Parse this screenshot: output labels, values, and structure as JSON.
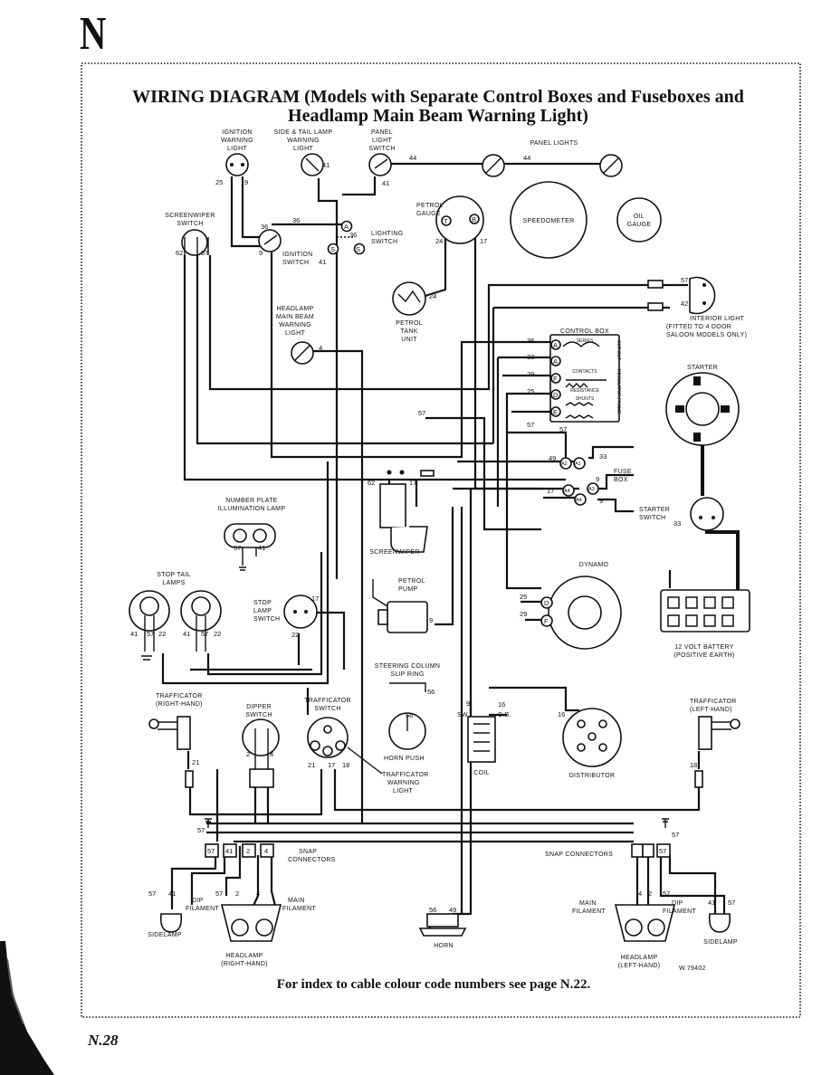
{
  "header": {
    "section_letter": "N",
    "title_line1": "WIRING DIAGRAM (Models with Separate Control Boxes and Fuseboxes and",
    "title_line2": "Headlamp Main Beam Warning Light)"
  },
  "footer": {
    "note": "For index to cable colour code numbers see page N.22.",
    "page_number": "N.28",
    "figure_ref": "W.79402"
  },
  "components": {
    "ignition_warning_light": [
      "IGNITION",
      "WARNING",
      "LIGHT"
    ],
    "side_tail_warning_light": [
      "SIDE & TAIL LAMP",
      "WARNING",
      "LIGHT"
    ],
    "panel_light_switch": [
      "PANEL",
      "LIGHT",
      "SWITCH"
    ],
    "panel_lights": "PANEL LIGHTS",
    "screenwiper_switch": [
      "SCREENWIPER",
      "SWITCH"
    ],
    "petrol_gauge": [
      "PETROL",
      "GAUGE"
    ],
    "speedometer": "SPEEDOMETER",
    "oil_gauge": [
      "OIL",
      "GAUGE"
    ],
    "lighting_switch": [
      "LIGHTING",
      "SWITCH"
    ],
    "ignition_switch": [
      "IGNITION",
      "SWITCH"
    ],
    "headlamp_warning_light": [
      "HEADLAMP",
      "MAIN BEAM",
      "WARNING",
      "LIGHT"
    ],
    "petrol_tank_unit": [
      "PETROL",
      "TANK",
      "UNIT"
    ],
    "interior_light": [
      "INTERIOR LIGHT",
      "(FITTED TO 4 DOOR",
      "SALOON MODELS ONLY)"
    ],
    "control_box": "CONTROL BOX",
    "control_box_series": "SERIES",
    "control_box_contacts": "CONTACTS",
    "control_box_resistance": "RESISTANCE",
    "control_box_shunts": "SHUNTS",
    "control_box_regulator": "REGULATOR FRAME",
    "control_box_cutout": "CUT-OUT",
    "starter": "STARTER",
    "fuse_box": [
      "FUSE",
      "BOX"
    ],
    "starter_switch": [
      "STARTER",
      "SWITCH"
    ],
    "number_plate_lamp": [
      "NUMBER PLATE",
      "ILLUMINATION LAMP"
    ],
    "screenwiper": "SCREENWIPER",
    "stop_tail_lamps": [
      "STOP TAIL",
      "LAMPS"
    ],
    "stop_lamp_switch": [
      "STOP",
      "LAMP",
      "SWITCH"
    ],
    "petrol_pump": [
      "PETROL",
      "PUMP"
    ],
    "dynamo": "DYNAMO",
    "battery": [
      "12 VOLT BATTERY",
      "(POSITIVE EARTH)"
    ],
    "steering_column_slip_ring": [
      "STEERING COLUMN",
      "SLIP RING"
    ],
    "horn_push": "HORN PUSH",
    "trafficator_right": [
      "TRAFFICATOR",
      "(RIGHT-HAND)"
    ],
    "dipper_switch": [
      "DIPPER",
      "SWITCH"
    ],
    "trafficator_switch": [
      "TRAFFICATOR",
      "SWITCH"
    ],
    "trafficator_warning_light": [
      "TRAFFICATOR",
      "WARNING",
      "LIGHT"
    ],
    "coil": "COIL",
    "coil_sw": "SW",
    "coil_cb": "C.B.",
    "distributor": "DISTRIBUTOR",
    "trafficator_left": [
      "TRAFFICATOR",
      "(LEFT-HAND)"
    ],
    "snap_connectors_left": [
      "SNAP",
      "CONNECTORS"
    ],
    "snap_connectors_right": "SNAP CONNECTORS",
    "sidelamp_left": "SIDELAMP",
    "sidelamp_right": "SIDELAMP",
    "dip_filament_left": [
      "DIP",
      "FILAMENT"
    ],
    "main_filament_left": [
      "MAIN",
      "FILAMENT"
    ],
    "main_filament_right": [
      "MAIN",
      "FILAMENT"
    ],
    "dip_filament_right": [
      "DIP",
      "FILAMENT"
    ],
    "headlamp_right_hand": [
      "HEADLAMP",
      "(RIGHT-HAND)"
    ],
    "headlamp_left_hand": [
      "HEADLAMP",
      "(LEFT-HAND)"
    ],
    "horn": "HORN"
  },
  "cable_numbers": [
    "25",
    "9",
    "41",
    "44",
    "36",
    "24",
    "17",
    "62",
    "57",
    "42",
    "4",
    "33",
    "29",
    "49",
    "21",
    "18",
    "16",
    "22",
    "56",
    "2"
  ],
  "terminals": [
    "A",
    "A1",
    "A2",
    "A3",
    "A4",
    "D",
    "E",
    "F",
    "T",
    "B",
    "S",
    "SW"
  ]
}
